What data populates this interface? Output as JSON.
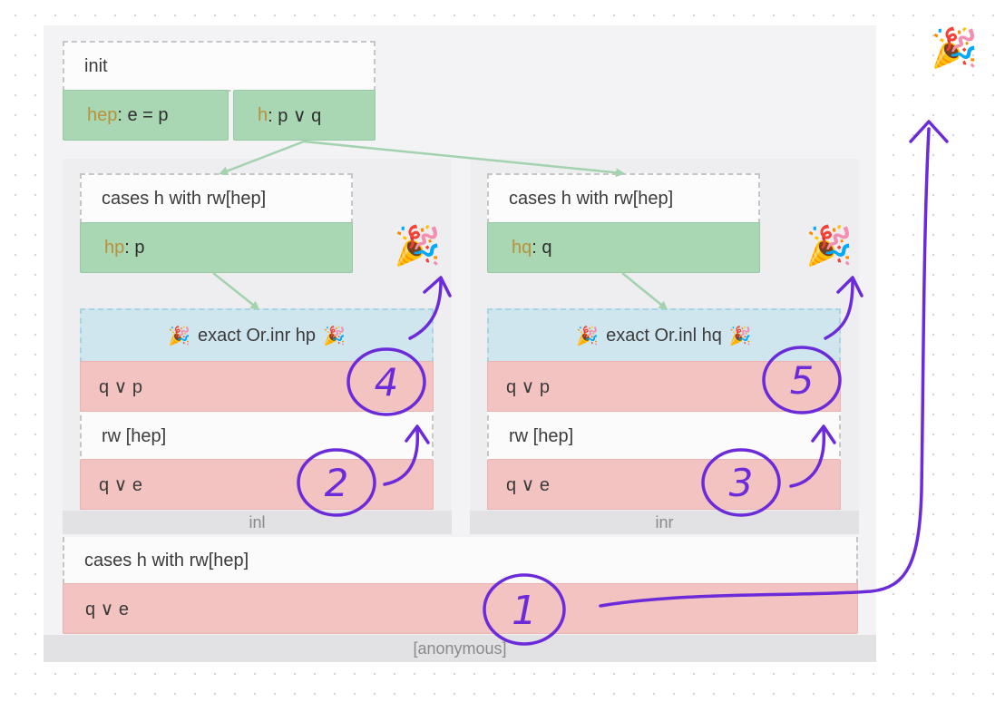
{
  "root": {
    "init_label": "init",
    "hyps": [
      {
        "name": "hep",
        "rest": ": e = p"
      },
      {
        "name": "h",
        "rest": ": p ∨ q"
      }
    ],
    "tactic": "cases h with rw[hep]",
    "goal": "q ∨ e",
    "footer": "[anonymous]"
  },
  "inl": {
    "tactic": "cases h with rw[hep]",
    "hyp": {
      "name": "hp",
      "rest": ": p"
    },
    "exact": "exact Or.inr hp",
    "goal_after": "q ∨ p",
    "rw_label": "rw [hep]",
    "goal_before": "q ∨ e",
    "footer": "inl"
  },
  "inr": {
    "tactic": "cases h with rw[hep]",
    "hyp": {
      "name": "hq",
      "rest": ": q"
    },
    "exact": "exact Or.inl hq",
    "goal_after": "q ∨ p",
    "rw_label": "rw [hep]",
    "goal_before": "q ∨ e",
    "footer": "inr"
  },
  "annotations": [
    "1",
    "2",
    "3",
    "4",
    "5"
  ],
  "icons": {
    "celebrate": "party-popper-icon",
    "emoji": "🎉"
  },
  "colors": {
    "hypothesis": "#a9d6b3",
    "goal": "#f3c3c1",
    "exact": "#cfe6ee",
    "annotation": "#6c2bd9",
    "hyp_name": "#b8913b"
  }
}
